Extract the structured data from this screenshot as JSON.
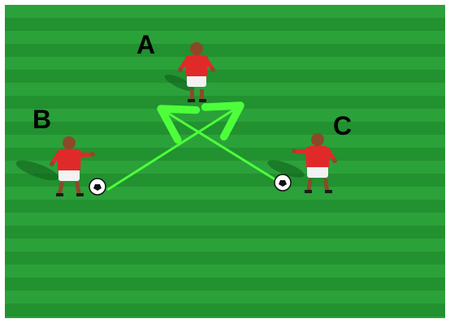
{
  "diagram": {
    "labels": {
      "a": "A",
      "b": "B",
      "c": "C"
    },
    "colors": {
      "grass_light": "#2ba13a",
      "grass_dark": "#22912f",
      "arrow": "#4dff3b",
      "player_shirt": "#e02a2a",
      "player_shorts": "#f2f2f2",
      "player_skin": "#8a4a2a",
      "ball": "#ffffff",
      "shadow": "#0f5d1a"
    },
    "players": [
      {
        "id": "a",
        "has_ball": false
      },
      {
        "id": "b",
        "has_ball": true
      },
      {
        "id": "c",
        "has_ball": true
      }
    ],
    "passes": [
      {
        "from": "b",
        "to": "a"
      },
      {
        "from": "c",
        "to": "a"
      }
    ]
  }
}
